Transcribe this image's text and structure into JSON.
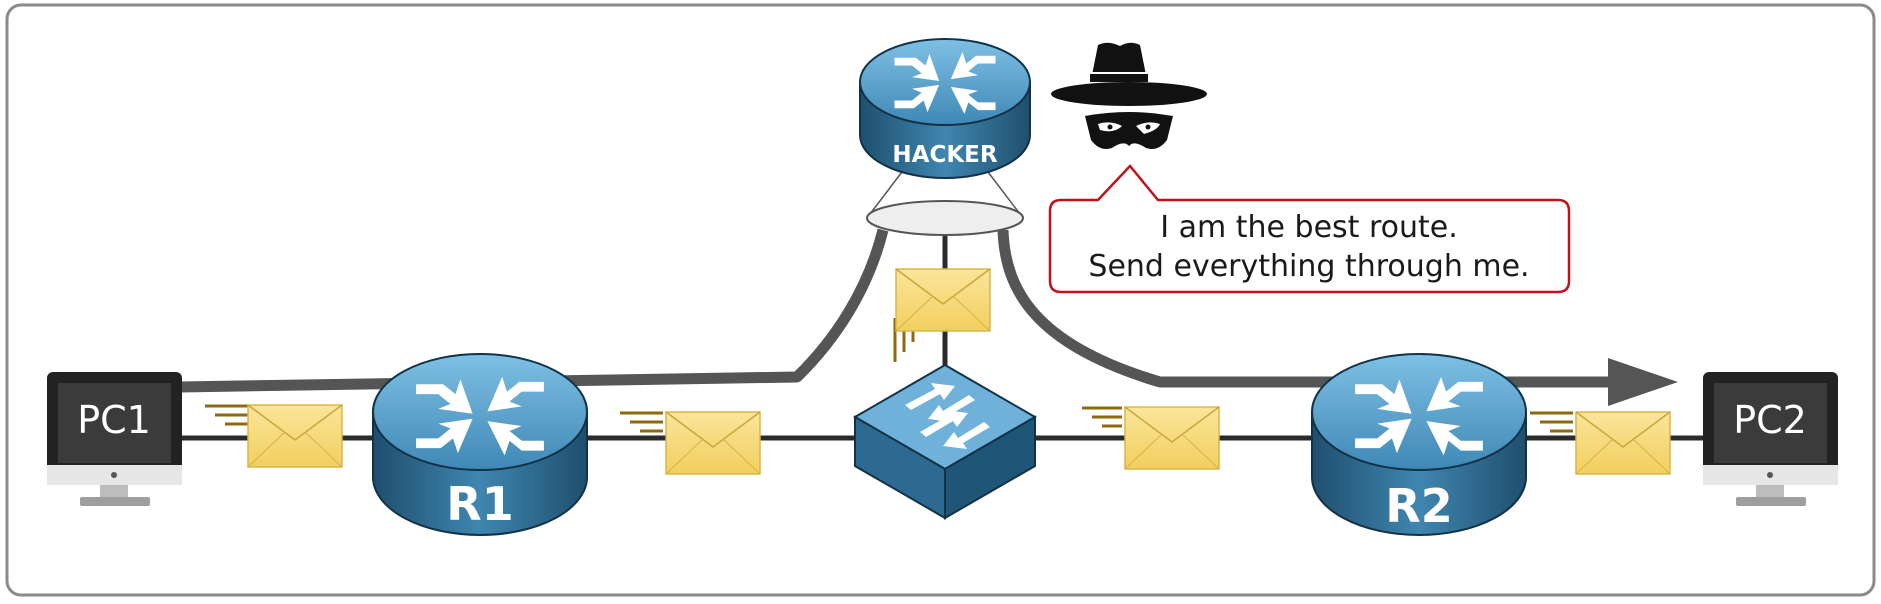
{
  "nodes": {
    "pc1": {
      "label": "PC1"
    },
    "pc2": {
      "label": "PC2"
    },
    "r1": {
      "label": "R1"
    },
    "r2": {
      "label": "R2"
    },
    "hacker": {
      "label": "HACKER"
    }
  },
  "speech": {
    "line1": "I am the best route.",
    "line2": "Send everything through me."
  },
  "colors": {
    "router_blue": "#3d7fa8",
    "envelope_yellow": "#f7dc7a",
    "speech_border": "#c0121b",
    "path_gray": "#555555"
  }
}
